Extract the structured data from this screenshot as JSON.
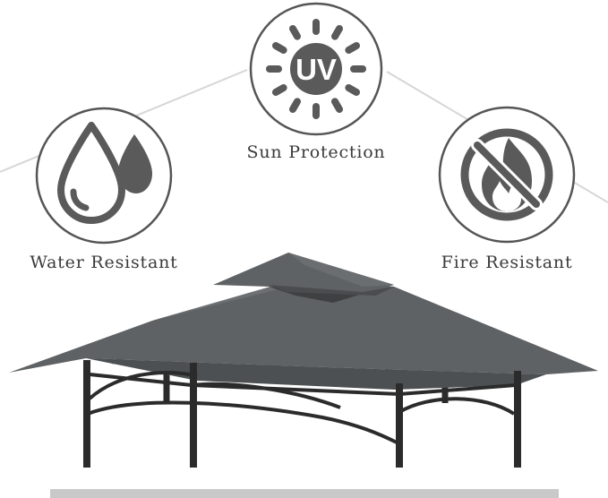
{
  "features": {
    "sun_protection": {
      "label": "Sun Protection",
      "icon": "uv-sun-icon",
      "badge_text": "UV"
    },
    "water_resistant": {
      "label": "Water Resistant",
      "icon": "water-drops-icon"
    },
    "fire_resistant": {
      "label": "Fire Resistant",
      "icon": "no-fire-icon"
    }
  },
  "product": {
    "image": "gazebo-canopy-illustration",
    "canopy_color": "#5f6264",
    "frame_color": "#2b2b2b"
  },
  "colors": {
    "icon_stroke": "#555555",
    "icon_fill": "#5a5a5a",
    "connector_line": "#d6d6d6",
    "label_text": "#3a3a3a"
  }
}
